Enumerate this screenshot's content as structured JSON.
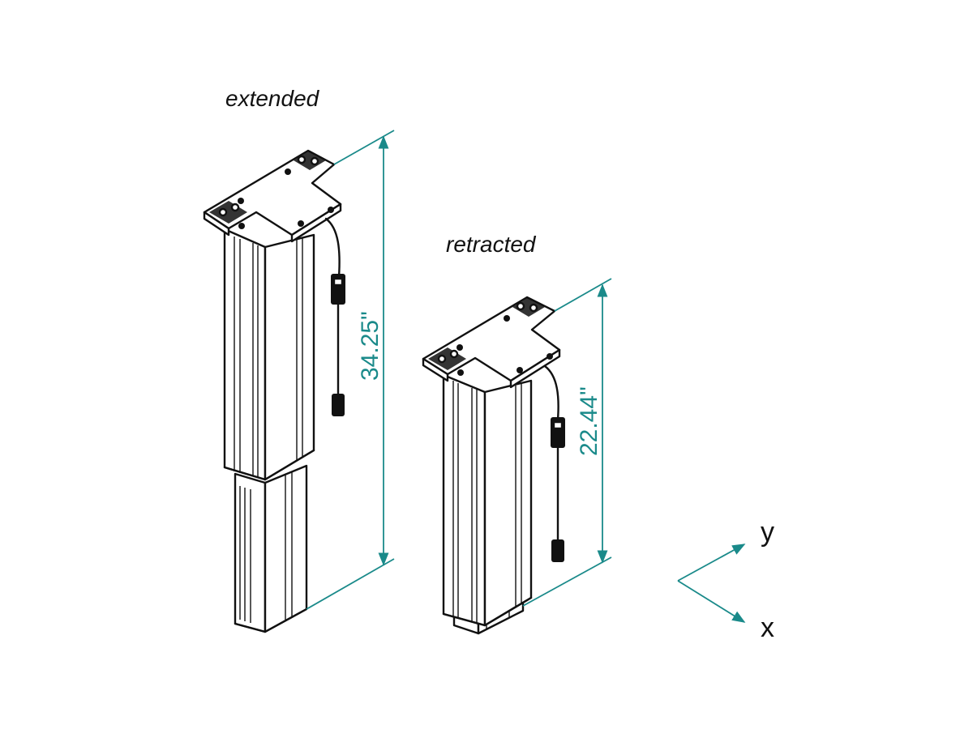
{
  "diagram": {
    "labels": {
      "extended": "extended",
      "retracted": "retracted"
    },
    "dimensions": {
      "extended_height": "34.25\"",
      "retracted_height": "22.44\""
    },
    "axes": {
      "y": "y",
      "x": "x"
    },
    "colors": {
      "dimension": "#1a8a8a",
      "ink": "#111111",
      "background": "#ffffff"
    }
  }
}
